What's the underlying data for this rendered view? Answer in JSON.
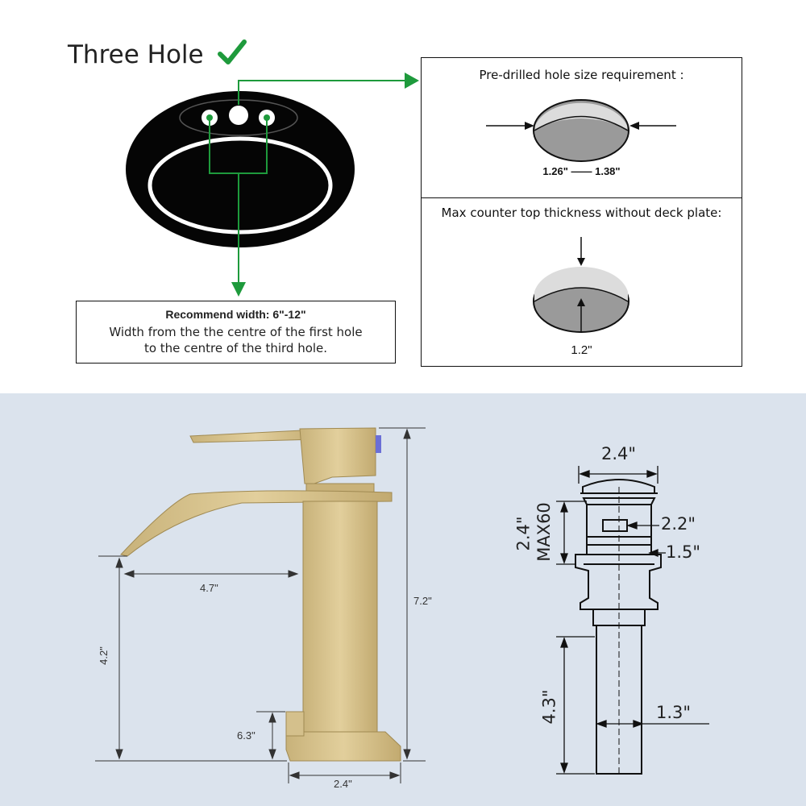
{
  "header": {
    "title": "Three Hole"
  },
  "recommend": {
    "title": "Recommend width: 6\"-12\"",
    "line1": "Width from the the centre of the first hole",
    "line2": "to the centre of the third hole."
  },
  "requirements": {
    "predrilled_title": "Pre-drilled hole size requirement :",
    "predrilled_range": "1.26\" —— 1.38\"",
    "thickness_title": "Max counter top thickness without deck plate:",
    "thickness_value": "1.2\""
  },
  "faucet_dims": {
    "spout_reach": "4.7\"",
    "total_height": "7.2\"",
    "spout_height": "4.2\"",
    "base_height": "6.3\"",
    "base_width": "2.4\""
  },
  "drain_dims": {
    "cap_width": "2.4\"",
    "body_height": "2.4\"",
    "max_label": "MAX60",
    "overflow_width": "2.2\"",
    "thread_width": "1.5\"",
    "tail_height": "4.3\"",
    "tail_width": "1.3\""
  },
  "colors": {
    "accent_green": "#1e9a3c",
    "gold": "#d3bd86",
    "background_blue": "#dbe3ed"
  },
  "icons": [
    "check-icon",
    "sink-icon",
    "hole-icon",
    "faucet-icon",
    "drain-icon"
  ]
}
